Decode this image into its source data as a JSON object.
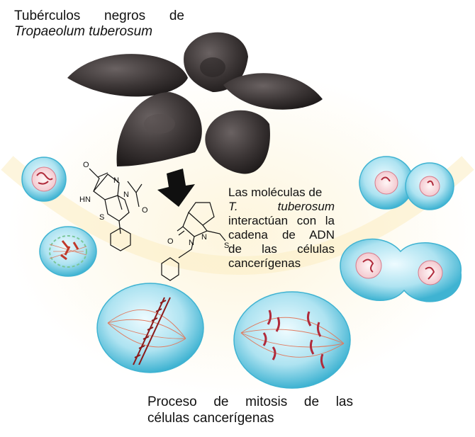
{
  "title": {
    "line1": "Tubérculos negros de",
    "line2": "Tropaeolum tuberosum"
  },
  "middle_text": {
    "line1": "Las moléculas de",
    "line2_a": "T.",
    "line2_b": "tuberosum",
    "line3": "interactúan con la",
    "line4": "cadena de ADN",
    "line5": "de las células",
    "line6": "cancerígenas"
  },
  "bottom_text": {
    "line1": "Proceso de mitosis de las",
    "line2": "células cancerígenas"
  },
  "molecule1_atoms": {
    "o1": "O",
    "hn": "HN",
    "n1": "N",
    "n2": "N",
    "s": "S",
    "o2": "O"
  },
  "molecule2_atoms": {
    "o": "O",
    "n1": "N",
    "n2": "N",
    "s": "S"
  },
  "colors": {
    "cell_fill": "#bfe9f3",
    "cell_edge": "#3fb3d2",
    "chromosome": "#c0392b",
    "spindle": "#e07a5f",
    "tuber": "#3b3535",
    "arrow": "#101010",
    "glow": "#fdf4d8"
  }
}
